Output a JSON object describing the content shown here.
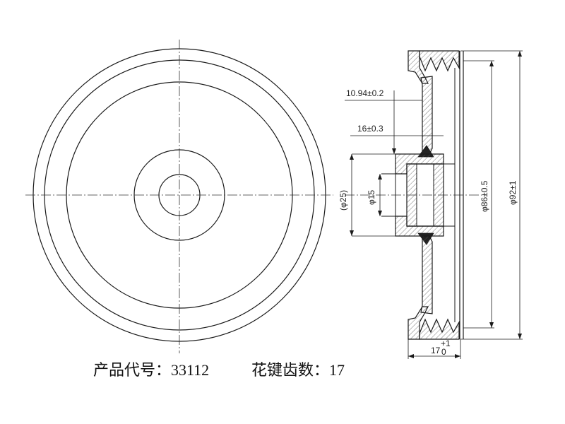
{
  "dimensions": {
    "d1": "10.94±0.2",
    "d2": "16±0.3",
    "d3": "(φ25)",
    "d4": "φ15",
    "d5": "φ86±0.5",
    "d6": "φ92±1",
    "d7_base": "17",
    "d7_sup": "+1",
    "d7_sub": "0"
  },
  "captions": {
    "product_code": "产品代号：33112",
    "spline_teeth": "花键齿数：17"
  },
  "colors": {
    "line": "#1a1a1a",
    "hatch": "#555555",
    "fill_dark": "#222222"
  }
}
